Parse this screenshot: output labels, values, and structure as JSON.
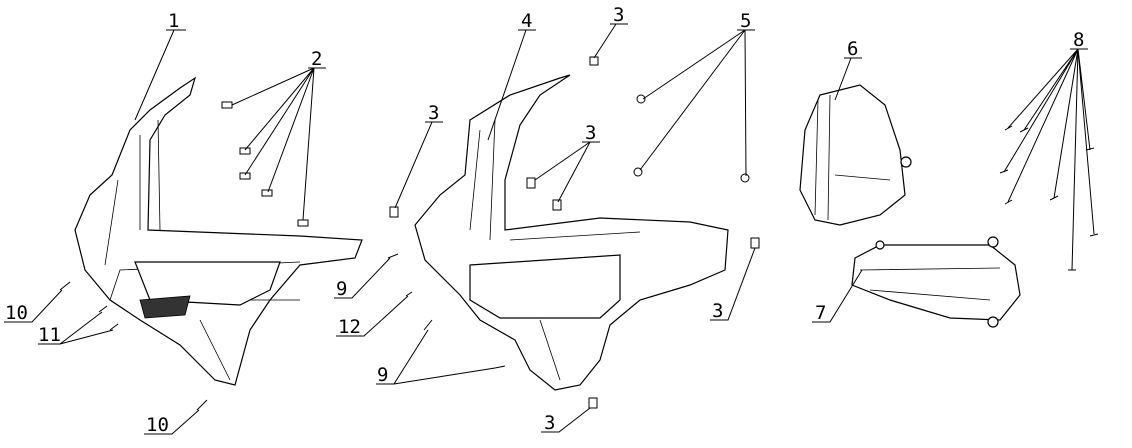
{
  "diagram": {
    "type": "exploded-parts-view",
    "callouts": [
      {
        "id": "c1",
        "label": "1"
      },
      {
        "id": "c2",
        "label": "2"
      },
      {
        "id": "c3a",
        "label": "3"
      },
      {
        "id": "c4",
        "label": "4"
      },
      {
        "id": "c3b",
        "label": "3"
      },
      {
        "id": "c3c",
        "label": "3"
      },
      {
        "id": "c5",
        "label": "5"
      },
      {
        "id": "c6",
        "label": "6"
      },
      {
        "id": "c8",
        "label": "8"
      },
      {
        "id": "c10a",
        "label": "10"
      },
      {
        "id": "c11",
        "label": "11"
      },
      {
        "id": "c9a",
        "label": "9"
      },
      {
        "id": "c12",
        "label": "12"
      },
      {
        "id": "c9b",
        "label": "9"
      },
      {
        "id": "c10b",
        "label": "10"
      },
      {
        "id": "c3d",
        "label": "3"
      },
      {
        "id": "c7",
        "label": "7"
      },
      {
        "id": "c3e",
        "label": "3"
      }
    ]
  }
}
